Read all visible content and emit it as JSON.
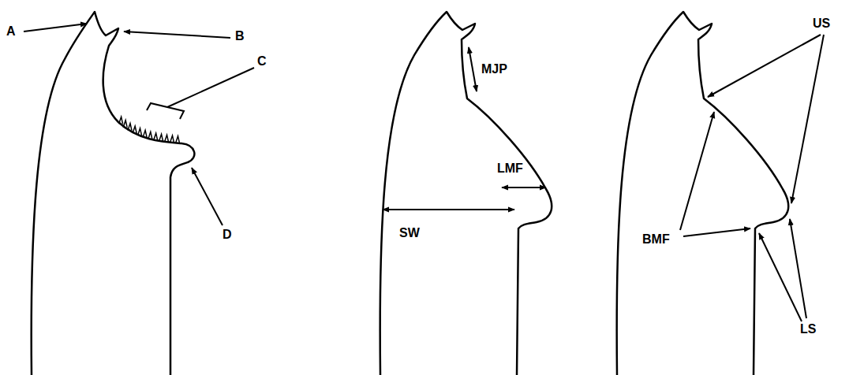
{
  "diagram": {
    "labels": [
      "A",
      "B",
      "C",
      "D",
      "MJP",
      "LMF",
      "SW",
      "US",
      "BMF",
      "LS"
    ]
  }
}
